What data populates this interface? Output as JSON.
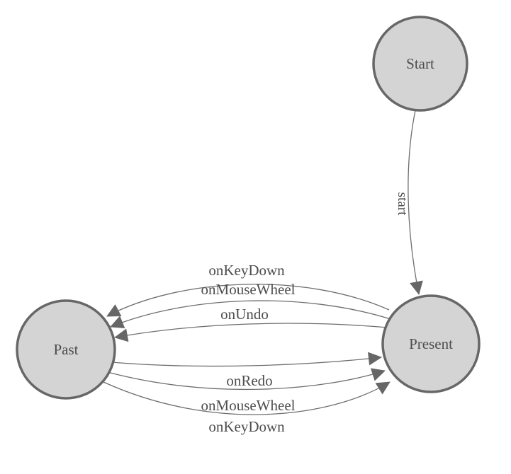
{
  "diagram": {
    "type": "state-machine",
    "background_color": "#ffffff",
    "node_fill_color": "#d4d4d4",
    "node_border_color": "#676767",
    "edge_color": "#6e6e6e",
    "arrowhead_color": "#666666",
    "text_color": "#4d4d4d",
    "nodes": [
      {
        "id": "start",
        "label": "Start"
      },
      {
        "id": "present",
        "label": "Present"
      },
      {
        "id": "past",
        "label": "Past"
      }
    ],
    "edges": [
      {
        "from": "Start",
        "to": "Present",
        "label": "start"
      },
      {
        "from": "Present",
        "to": "Past",
        "label": "onKeyDown"
      },
      {
        "from": "Present",
        "to": "Past",
        "label": "onMouseWheel"
      },
      {
        "from": "Present",
        "to": "Past",
        "label": "onUndo"
      },
      {
        "from": "Past",
        "to": "Present",
        "label": "onRedo"
      },
      {
        "from": "Past",
        "to": "Present",
        "label": "onMouseWheel"
      },
      {
        "from": "Past",
        "to": "Present",
        "label": "onKeyDown"
      }
    ]
  }
}
